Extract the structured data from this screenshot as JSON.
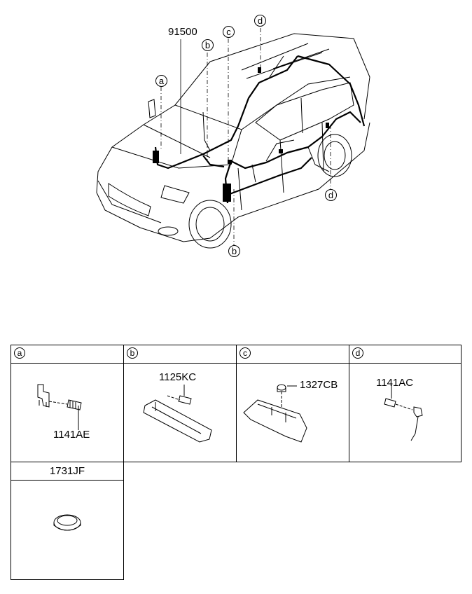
{
  "diagram": {
    "main_part_number": "91500",
    "callouts": {
      "a_top": "a",
      "b_top": "b",
      "c_top": "c",
      "d_top": "d",
      "d_right": "d",
      "b_bottom": "b"
    }
  },
  "parts_table": {
    "cells": [
      {
        "key": "a",
        "part_number": "1141AE"
      },
      {
        "key": "b",
        "part_number": "1125KC"
      },
      {
        "key": "c",
        "part_number": "1327CB"
      },
      {
        "key": "d",
        "part_number": "1141AC"
      }
    ],
    "extra_cell": {
      "header": "1731JF"
    }
  }
}
